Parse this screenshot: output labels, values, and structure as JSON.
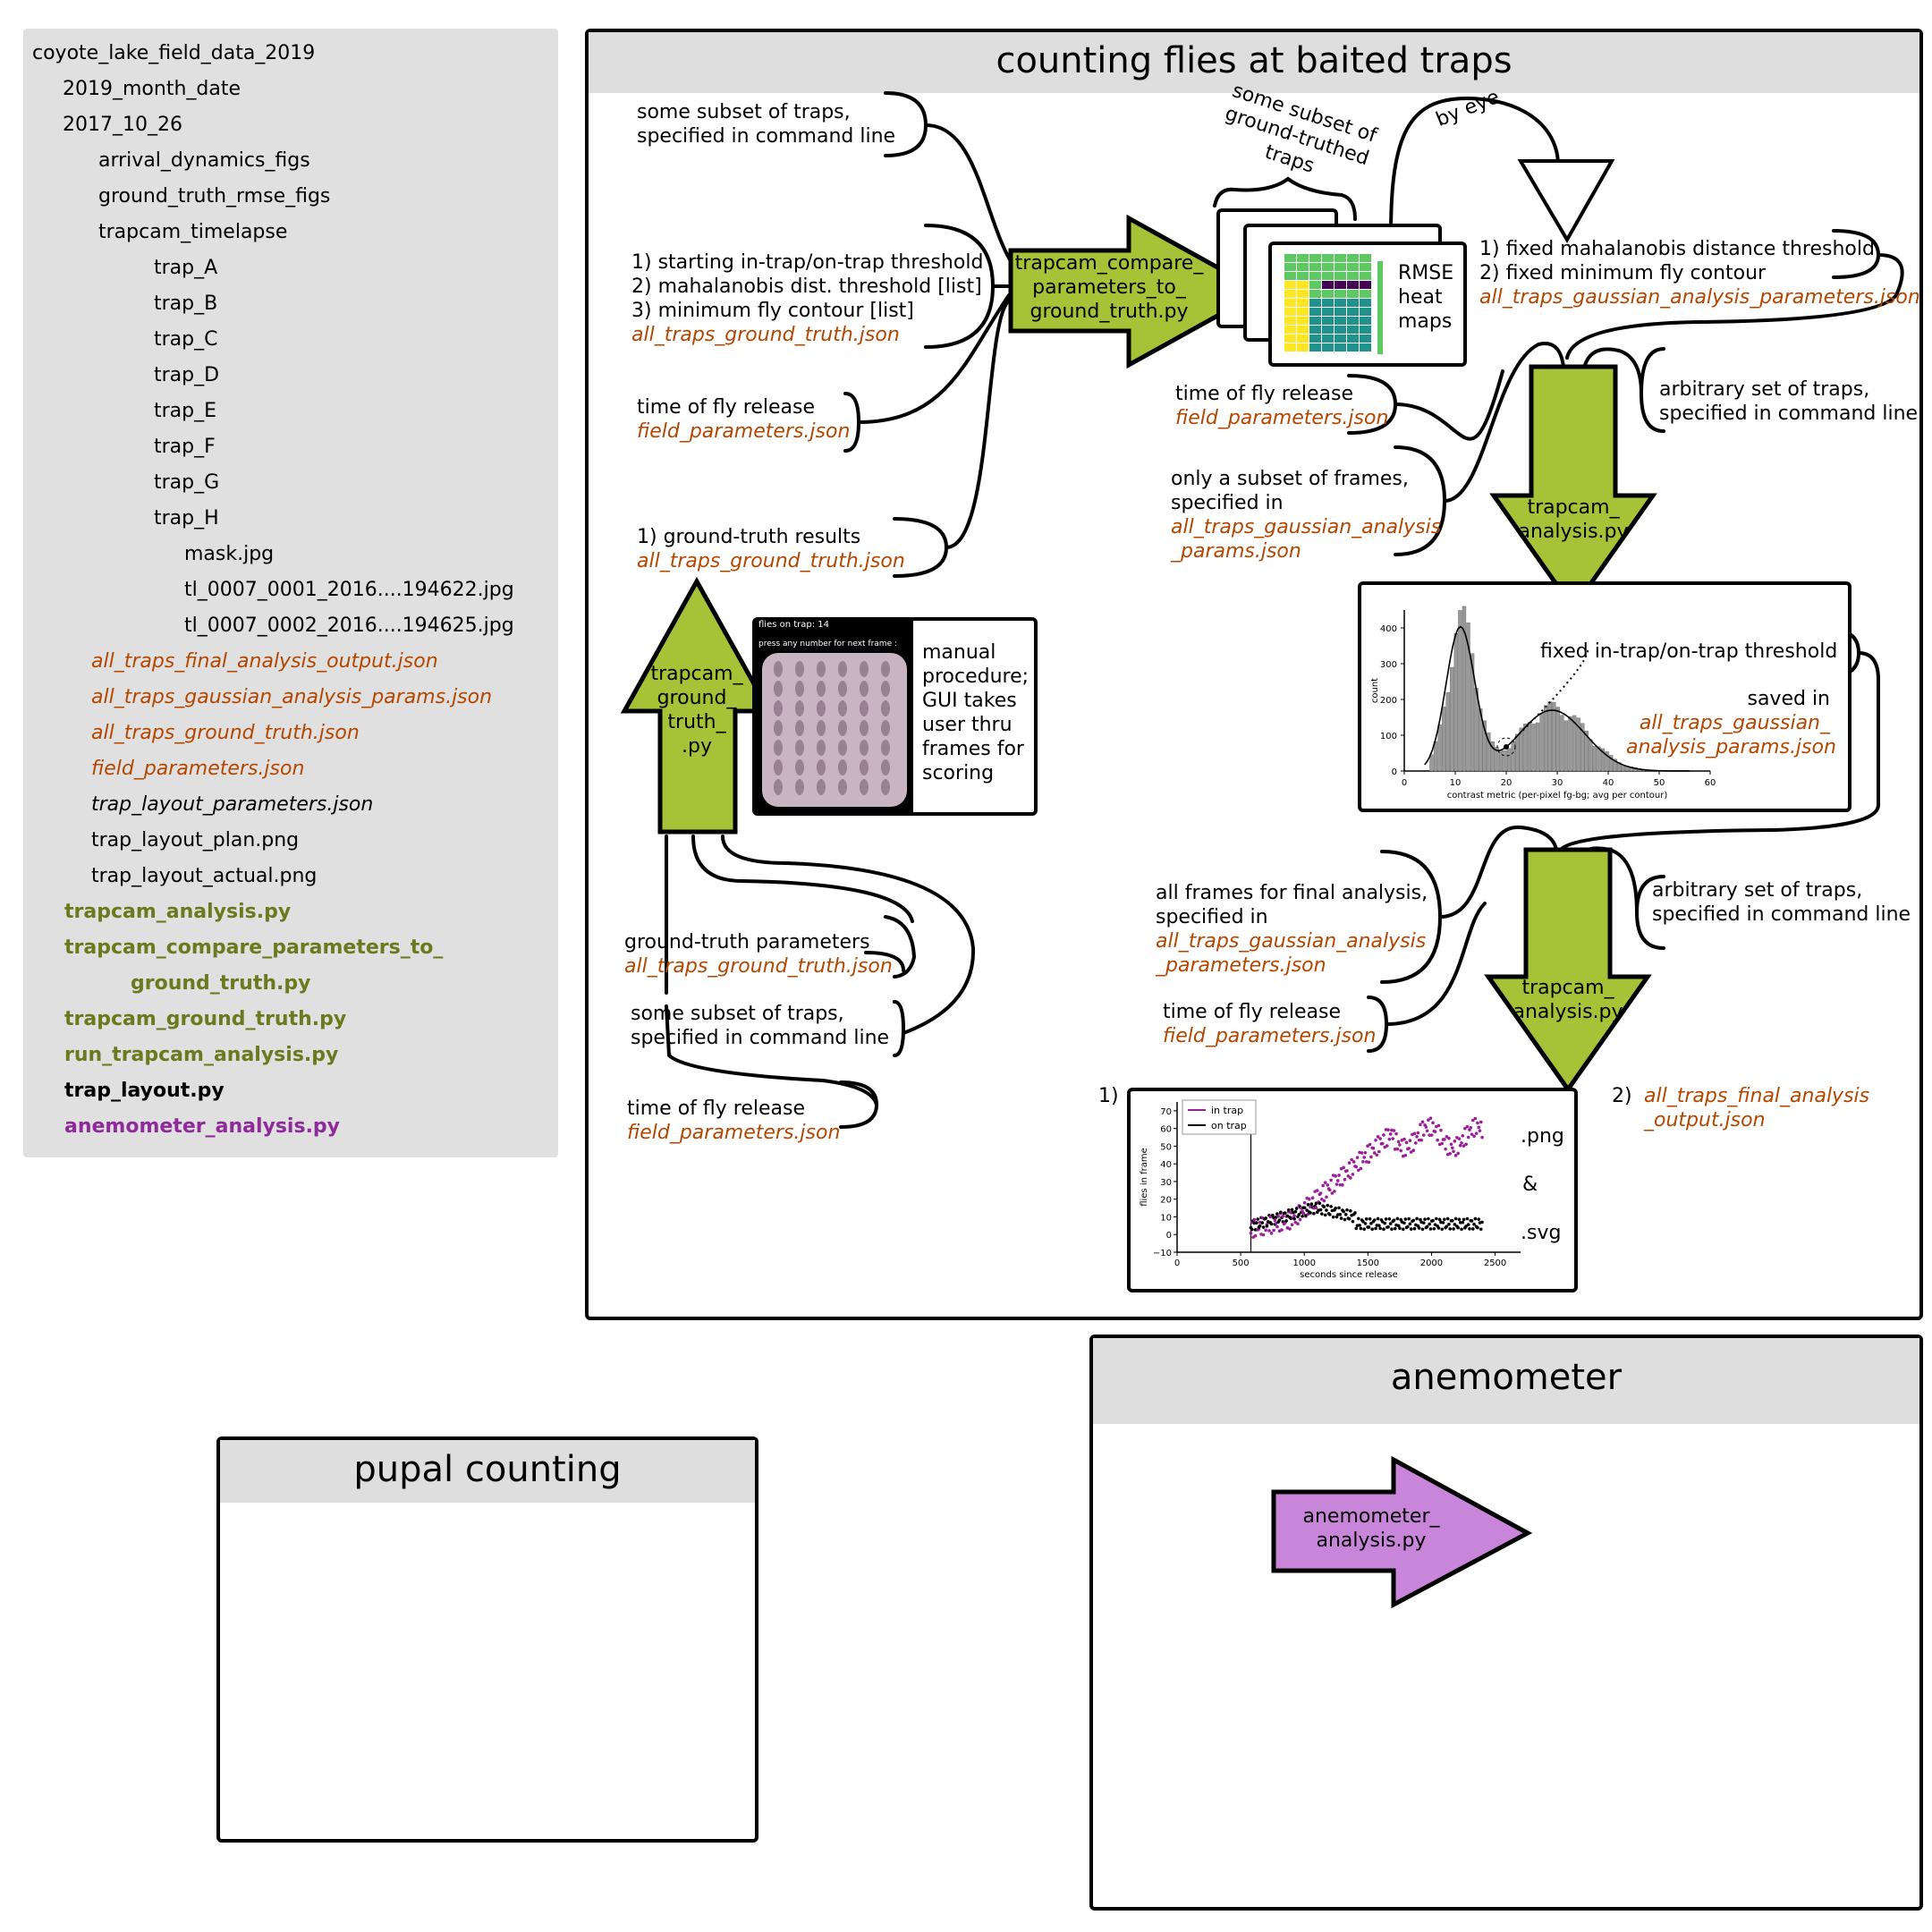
{
  "file_tree": [
    {
      "label": "coyote_lake_field_data_2019",
      "indent": 0,
      "style": "plain",
      "color": "#000000"
    },
    {
      "label": "2019_month_date",
      "indent": 1,
      "style": "plain",
      "color": "#000000"
    },
    {
      "label": "2017_10_26",
      "indent": 1,
      "style": "plain",
      "color": "#000000"
    },
    {
      "label": "arrival_dynamics_figs",
      "indent": 2,
      "style": "plain",
      "color": "#000000"
    },
    {
      "label": "ground_truth_rmse_figs",
      "indent": 2,
      "style": "plain",
      "color": "#000000"
    },
    {
      "label": "trapcam_timelapse",
      "indent": 2,
      "style": "plain",
      "color": "#000000"
    },
    {
      "label": "trap_A",
      "indent": 3,
      "style": "plain",
      "color": "#000000"
    },
    {
      "label": "trap_B",
      "indent": 3,
      "style": "plain",
      "color": "#000000"
    },
    {
      "label": "trap_C",
      "indent": 3,
      "style": "plain",
      "color": "#000000"
    },
    {
      "label": "trap_D",
      "indent": 3,
      "style": "plain",
      "color": "#000000"
    },
    {
      "label": "trap_E",
      "indent": 3,
      "style": "plain",
      "color": "#000000"
    },
    {
      "label": "trap_F",
      "indent": 3,
      "style": "plain",
      "color": "#000000"
    },
    {
      "label": "trap_G",
      "indent": 3,
      "style": "plain",
      "color": "#000000"
    },
    {
      "label": "trap_H",
      "indent": 3,
      "style": "plain",
      "color": "#000000"
    },
    {
      "label": "mask.jpg",
      "indent": 4,
      "style": "plain",
      "color": "#000000"
    },
    {
      "label": "tl_0007_0001_2016....194622.jpg",
      "indent": 4,
      "style": "plain",
      "color": "#000000"
    },
    {
      "label": "tl_0007_0002_2016....194625.jpg",
      "indent": 4,
      "style": "plain",
      "color": "#000000"
    },
    {
      "label": "all_traps_final_analysis_output.json",
      "indent": 5,
      "style": "italic",
      "color": "#b34700"
    },
    {
      "label": "all_traps_gaussian_analysis_params.json",
      "indent": 5,
      "style": "italic",
      "color": "#b34700"
    },
    {
      "label": "all_traps_ground_truth.json",
      "indent": 5,
      "style": "italic",
      "color": "#b34700"
    },
    {
      "label": "field_parameters.json",
      "indent": 5,
      "style": "italic",
      "color": "#b34700"
    },
    {
      "label": "trap_layout_parameters.json",
      "indent": 5,
      "style": "italic",
      "color": "#000000"
    },
    {
      "label": "trap_layout_plan.png",
      "indent": 5,
      "style": "plain",
      "color": "#000000"
    },
    {
      "label": "trap_layout_actual.png",
      "indent": 5,
      "style": "plain",
      "color": "#000000"
    },
    {
      "label": "trapcam_analysis.py",
      "indent": 6,
      "style": "script",
      "color": "#6b7a1f"
    },
    {
      "label": "trapcam_compare_parameters_to_",
      "indent": 6,
      "style": "script",
      "color": "#6b7a1f"
    },
    {
      "label": "ground_truth.py",
      "indent": 7,
      "style": "script",
      "color": "#6b7a1f"
    },
    {
      "label": "trapcam_ground_truth.py",
      "indent": 6,
      "style": "script",
      "color": "#6b7a1f"
    },
    {
      "label": "run_trapcam_analysis.py",
      "indent": 6,
      "style": "script",
      "color": "#6b7a1f"
    },
    {
      "label": "trap_layout.py",
      "indent": 6,
      "style": "script",
      "color": "#000000"
    },
    {
      "label": "anemometer_analysis.py",
      "indent": 6,
      "style": "script",
      "color": "#8e2a9a"
    }
  ],
  "colors": {
    "script_green": "#a6c236",
    "json_orange": "#b34700",
    "anemometer_purple": "#c985d9",
    "header_gray": "#dedede"
  },
  "main_panel": {
    "title": "counting flies at baited traps",
    "compare_script": [
      "trapcam_compare_",
      "parameters_to_",
      "ground_truth.py"
    ],
    "analysis_script_1": [
      "trapcam_",
      "analysis.py"
    ],
    "analysis_script_2": [
      "trapcam_",
      "analysis.py"
    ],
    "ground_truth_script": [
      "trapcam_",
      "ground_",
      "truth_",
      ".py"
    ],
    "subset_traps": [
      "some subset of traps,",
      "specified in command line"
    ],
    "thresholds": [
      "1) starting in-trap/on-trap threshold",
      "2) mahalanobis dist. threshold [list]",
      "3) minimum fly contour [list]"
    ],
    "thresholds_file": "all_traps_ground_truth.json",
    "release_1": "time of fly release",
    "release_1_file": "field_parameters.json",
    "gt_results": "1) ground-truth results",
    "gt_results_file": "all_traps_ground_truth.json",
    "subset_gt": [
      "some subset of",
      "ground-truthed",
      "traps"
    ],
    "by_eye": "by eye",
    "rmse": [
      "RMSE",
      "heat",
      "maps"
    ],
    "fixed_params": [
      "1) fixed mahalanobis distance threshold",
      "2) fixed minimum fly contour"
    ],
    "fixed_params_file": "all_traps_gaussian_analysis_parameters.json",
    "release_2": "time of fly release",
    "release_2_file": "field_parameters.json",
    "arbitrary_1": [
      "arbitrary set of traps,",
      "specified in command line"
    ],
    "subset_frames": [
      "only a subset of frames,",
      "specified in"
    ],
    "subset_frames_file": [
      "all_traps_gaussian_analysis",
      "_params.json"
    ],
    "fixed_threshold": "fixed in-trap/on-trap threshold",
    "saved_in": "saved in",
    "saved_in_file": [
      "all_traps_gaussian_",
      "analysis_params.json"
    ],
    "manual": [
      "manual",
      "procedure;",
      "GUI takes",
      "user thru",
      "frames for",
      "scoring"
    ],
    "gui_top": "flies on trap:  14",
    "gui_sub": "press any number for next frame :",
    "gt_params": "ground-truth parameters",
    "gt_params_file": "all_traps_ground_truth.json",
    "subset_traps_2": [
      "some subset of traps,",
      "specified in command line"
    ],
    "release_3": "time of fly release",
    "release_3_file": "field_parameters.json",
    "all_frames": [
      "all frames for final analysis,",
      "specified in"
    ],
    "all_frames_file": [
      "all_traps_gaussian_analysis",
      "_parameters.json"
    ],
    "release_4": "time of fly release",
    "release_4_file": "field_parameters.json",
    "arbitrary_2": [
      "arbitrary set of traps,",
      "specified in command line"
    ],
    "out_1": "1)",
    "out_2": "2)",
    "out_2_file": [
      "all_traps_final_analysis",
      "_output.json"
    ],
    "png": ".png",
    "amp": "&",
    "svg": ".svg"
  },
  "histogram": {
    "ylabel": "count",
    "xlabel": "contrast metric (per-pixel fg-bg; avg per contour)",
    "xticks": [
      "0",
      "10",
      "20",
      "30",
      "40",
      "50",
      "60"
    ],
    "yticks": [
      "0",
      "100",
      "200",
      "300",
      "400"
    ],
    "xlim": [
      0,
      60
    ],
    "ylim": [
      0,
      450
    ]
  },
  "timeseries": {
    "ylabel": "flies in frame",
    "xlabel": "seconds since release",
    "legend": [
      "in trap",
      "on trap"
    ],
    "xticks": [
      "0",
      "500",
      "1000",
      "1500",
      "2000",
      "2500"
    ],
    "yticks": [
      "−10",
      "0",
      "10",
      "20",
      "30",
      "40",
      "50",
      "60",
      "70"
    ],
    "xlim": [
      0,
      2700
    ],
    "ylim": [
      -10,
      75
    ],
    "release_x": 580
  },
  "pupal_panel": {
    "title": "pupal counting"
  },
  "anemometer_panel": {
    "title": "anemometer",
    "script": [
      "anemometer_",
      "analysis.py"
    ]
  }
}
